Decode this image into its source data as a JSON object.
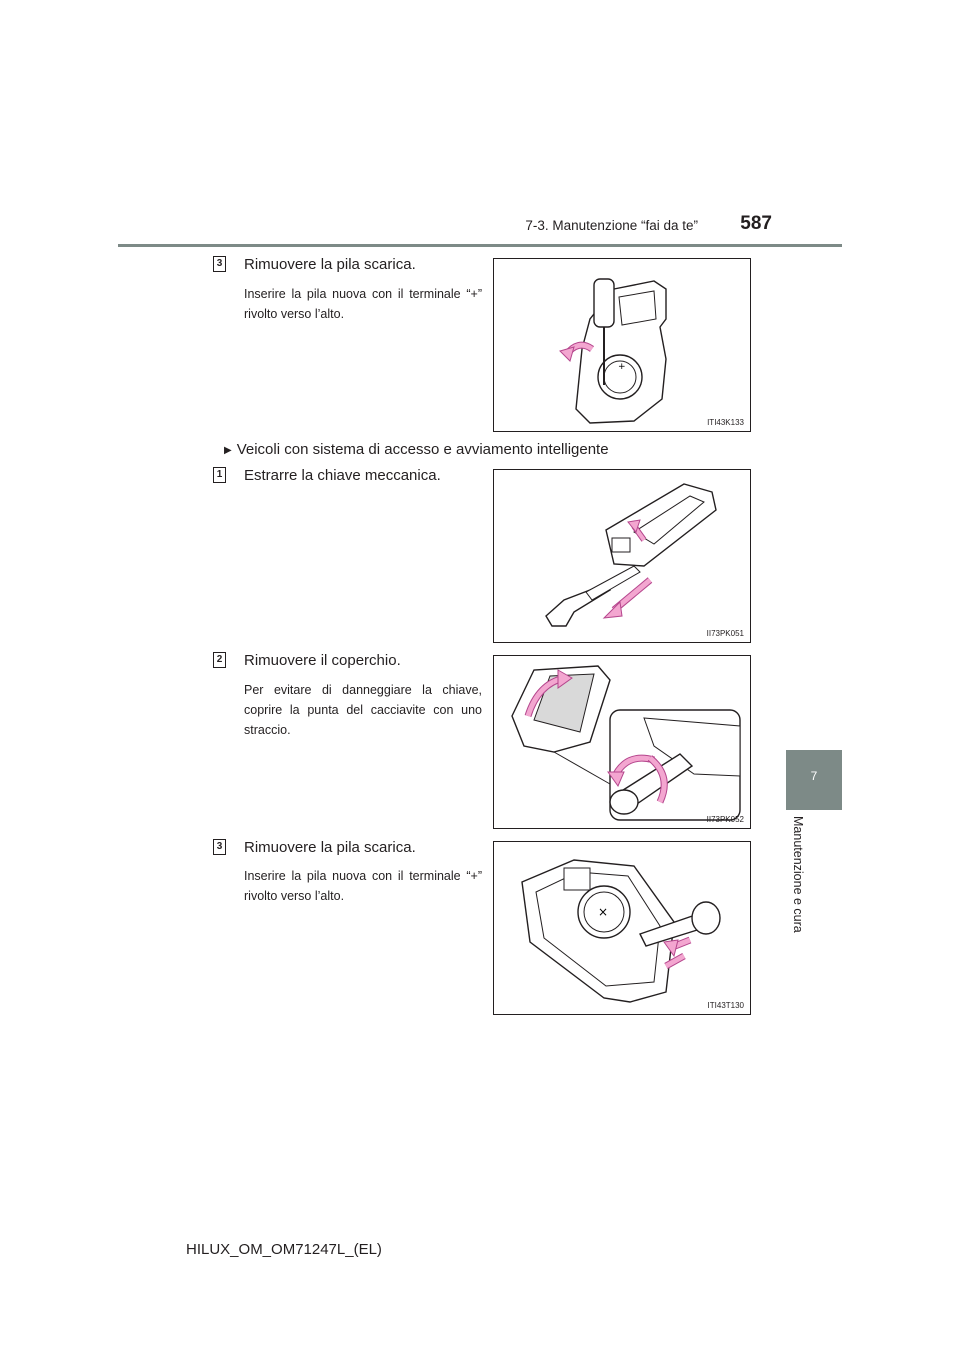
{
  "header": {
    "section": "7-3. Manutenzione “fai da te”",
    "page_number": "587"
  },
  "side_tab": {
    "number": "7",
    "label": "Manutenzione e cura"
  },
  "steps": [
    {
      "number": "3",
      "title": "Rimuovere la pila scarica.",
      "note": "Inserire la pila nuova con il terminale “+” rivolto verso l’alto.",
      "figure_code": "ITI43K133"
    },
    {
      "number": "1",
      "title": "Estrarre la chiave meccanica.",
      "figure_code": "II73PK051"
    },
    {
      "number": "2",
      "title": "Rimuovere il coperchio.",
      "note": "Per evitare di danneggiare la chiave, coprire la punta del cacciavite con uno straccio.",
      "figure_code": "II73PK052"
    },
    {
      "number": "3",
      "title": "Rimuovere la pila scarica.",
      "note": "Inserire la pila nuova con il terminale “+” rivolto verso l’alto.",
      "figure_code": "ITI43T130"
    }
  ],
  "sub_heading": "Veicoli con sistema di accesso e avviamento intelligente",
  "footer": {
    "model": "HILUX_OM_OM71247L_(EL)"
  },
  "colors": {
    "tab": "#7d8a87",
    "arrow": "#f3a6d0",
    "arrow_stroke": "#b5468d"
  }
}
